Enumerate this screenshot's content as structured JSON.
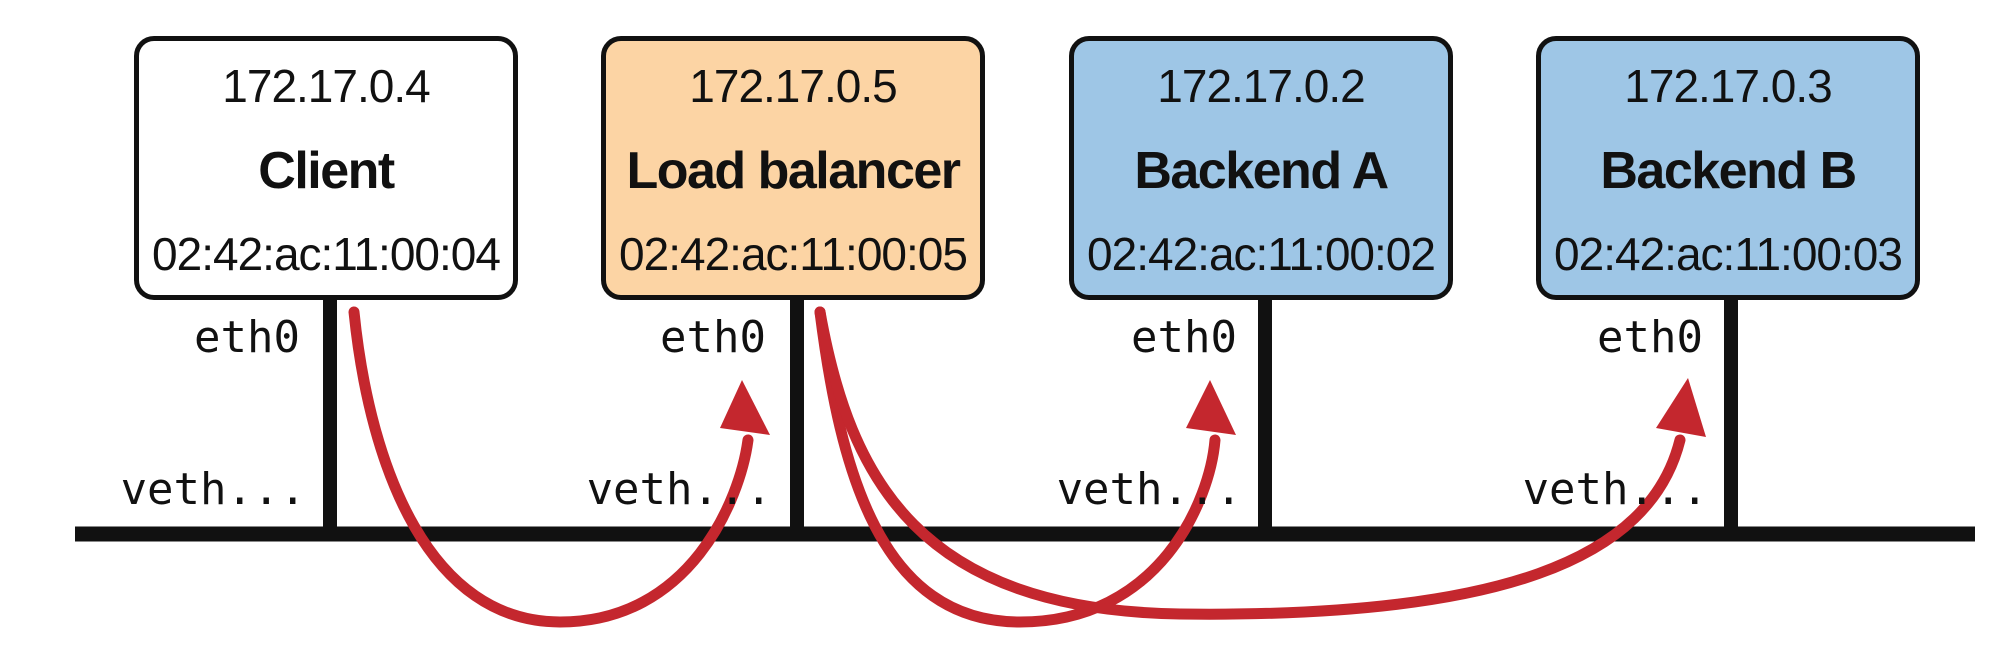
{
  "colors": {
    "line": "#111111",
    "arrow": "#c4272e",
    "client_fill": "#ffffff",
    "lb_fill": "#fcd4a4",
    "backend_fill": "#9ec6e6"
  },
  "hosts": [
    {
      "ip": "172.17.0.4",
      "name": "Client",
      "mac": "02:42:ac:11:00:04",
      "if_host": "eth0",
      "if_bridge": "veth..."
    },
    {
      "ip": "172.17.0.5",
      "name": "Load balancer",
      "mac": "02:42:ac:11:00:05",
      "if_host": "eth0",
      "if_bridge": "veth..."
    },
    {
      "ip": "172.17.0.2",
      "name": "Backend A",
      "mac": "02:42:ac:11:00:02",
      "if_host": "eth0",
      "if_bridge": "veth..."
    },
    {
      "ip": "172.17.0.3",
      "name": "Backend B",
      "mac": "02:42:ac:11:00:03",
      "if_host": "eth0",
      "if_bridge": "veth..."
    }
  ],
  "flows": [
    {
      "from": "Client",
      "to": "Load balancer"
    },
    {
      "from": "Load balancer",
      "to": "Backend A"
    },
    {
      "from": "Load balancer",
      "to": "Backend B"
    }
  ]
}
